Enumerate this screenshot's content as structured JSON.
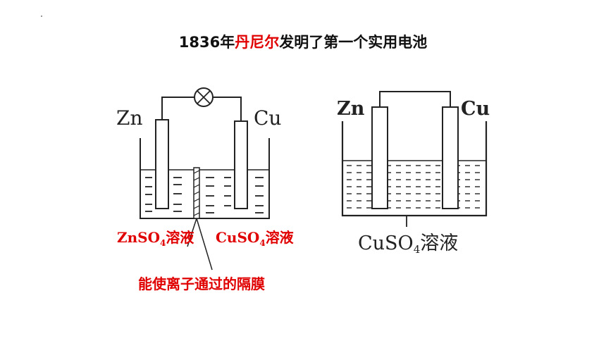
{
  "title": {
    "pre": "1836年",
    "highlight": "丹尼尔",
    "post": "发明了第一个实用电池"
  },
  "colors": {
    "highlight": "#e00000",
    "label_red": "#e00000",
    "line": "#1a1a1a"
  },
  "left_cell": {
    "anode": "Zn",
    "cathode": "Cu",
    "bulb_icon": "lamp-icon",
    "left_solution": {
      "pre": "ZnSO",
      "sub": "4",
      "post": "溶液"
    },
    "right_solution": {
      "pre": "CuSO",
      "sub": "4",
      "post": "溶液"
    },
    "membrane_label": "能使离子通过的隔膜"
  },
  "right_cell": {
    "anode": "Zn",
    "cathode": "Cu",
    "solution": {
      "pre": "CuSO",
      "sub": "4",
      "post": "溶液"
    }
  }
}
